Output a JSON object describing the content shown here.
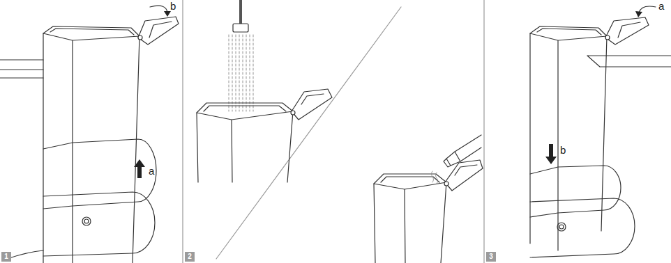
{
  "diagram": {
    "nodes": [
      {
        "text": [
          "1"
        ]
      },
      {
        "text": [
          "2"
        ]
      },
      {
        "text": [
          "3"
        ]
      }
    ],
    "labels": [
      "b",
      "a",
      "a",
      "b"
    ]
  }
}
